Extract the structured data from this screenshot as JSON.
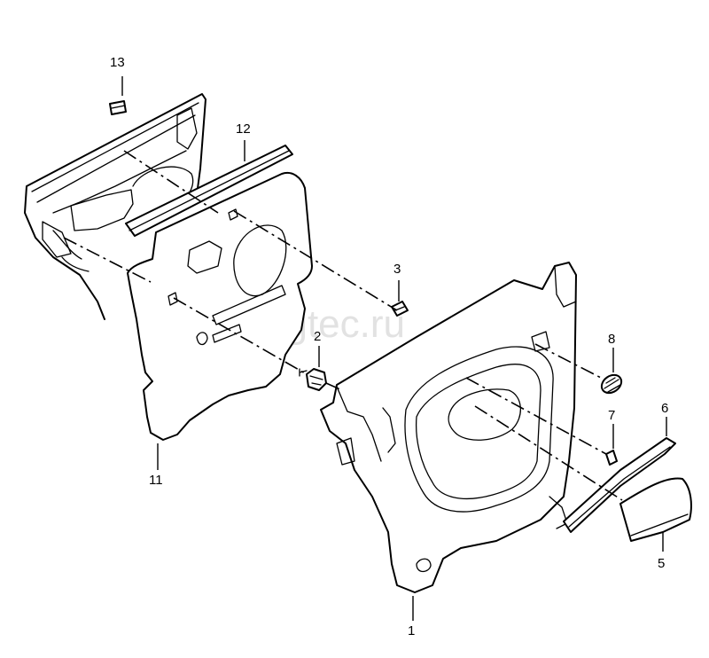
{
  "watermark": "vagtec.ru",
  "labels": {
    "p1": "1",
    "p2": "2",
    "p3": "3",
    "p5": "5",
    "p6": "6",
    "p7": "7",
    "p8": "8",
    "p11": "11",
    "p12": "12",
    "p13": "13"
  }
}
